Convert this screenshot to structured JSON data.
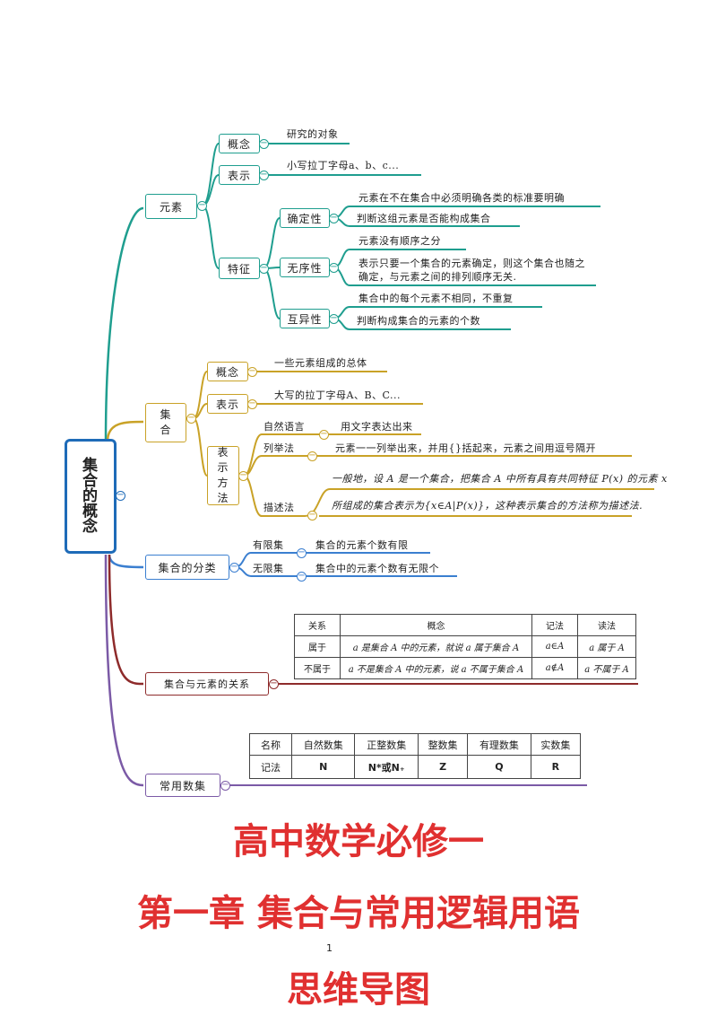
{
  "root": {
    "label": "集合的概念"
  },
  "branches": {
    "element": {
      "label": "元素",
      "concept": {
        "label": "概念",
        "text": "研究的对象"
      },
      "notation": {
        "label": "表示",
        "text": "小写拉丁字母a、b、c..."
      },
      "features": {
        "label": "特征",
        "definiteness": {
          "label": "确定性",
          "text1": "元素在不在集合中必须明确各类的标准要明确",
          "text2": "判断这组元素是否能构成集合"
        },
        "unordered": {
          "label": "无序性",
          "text1": "元素没有顺序之分",
          "text2": "表示只要一个集合的元素确定，则这个集合也随之确定，与元素之间的排列顺序无关."
        },
        "distinctness": {
          "label": "互异性",
          "text1": "集合中的每个元素不相同，不重复",
          "text2": "判断构成集合的元素的个数"
        }
      }
    },
    "set": {
      "label": "集合",
      "concept": {
        "label": "概念",
        "text": "一些元素组成的总体"
      },
      "notation": {
        "label": "表示",
        "text": "大写的拉丁字母A、B、C..."
      },
      "methods": {
        "label": "表示方法",
        "natural": {
          "label": "自然语言",
          "text": "用文字表达出来"
        },
        "listing": {
          "label": "列举法",
          "text": "元素一一列举出来，并用{}括起来，元素之间用逗号隔开"
        },
        "description": {
          "label": "描述法",
          "text1": "一般地，设 A 是一个集合，把集合 A 中所有具有共同特征 P(x) 的元素 x",
          "text2": "所组成的集合表示为{x∈A|P(x)}，这种表示集合的方法称为描述法."
        }
      }
    },
    "classification": {
      "label": "集合的分类",
      "finite": {
        "label": "有限集",
        "text": "集合的元素个数有限"
      },
      "infinite": {
        "label": "无限集",
        "text": "集合中的元素个数有无限个"
      }
    },
    "relation": {
      "label": "集合与元素的关系",
      "table": {
        "header": [
          "关系",
          "概念",
          "记法",
          "读法"
        ],
        "rows": [
          [
            "属于",
            "a 是集合 A 中的元素，就说 a 属于集合 A",
            "a∈A",
            "a 属于 A"
          ],
          [
            "不属于",
            "a 不是集合 A 中的元素，说 a 不属于集合 A",
            "a∉A",
            "a 不属于 A"
          ]
        ]
      }
    },
    "numbersets": {
      "label": "常用数集",
      "table": {
        "header": [
          "名称",
          "自然数集",
          "正整数集",
          "整数集",
          "有理数集",
          "实数集"
        ],
        "row": [
          "记法",
          "N",
          "N*或N₊",
          "Z",
          "Q",
          "R"
        ]
      }
    }
  },
  "titles": {
    "line1": "高中数学必修一",
    "line2": "第一章 集合与常用逻辑用语",
    "line3": "思维导图",
    "page_number": "1"
  },
  "colors": {
    "teal": "#1f9e8f",
    "gold": "#c9a227",
    "blue": "#3b7fd0",
    "maroon": "#8e2b2b",
    "purple": "#7b5aa6",
    "title_red": "#e03030",
    "root_border": "#1e6bb8"
  },
  "toggle_symbol": "−"
}
